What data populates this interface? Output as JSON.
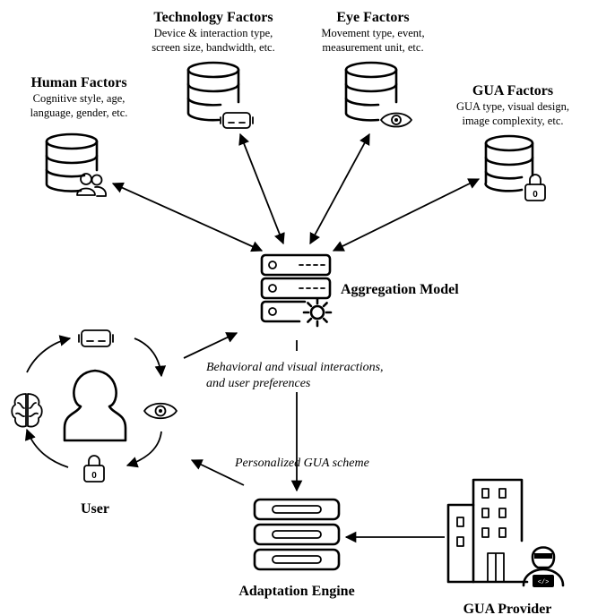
{
  "human_factors": {
    "title": "Human Factors",
    "line1": "Cognitive style, age,",
    "line2": "language, gender, etc.",
    "icon": "people-icon"
  },
  "technology_factors": {
    "title": "Technology Factors",
    "line1": "Device & interaction type,",
    "line2": "screen size, bandwidth, etc.",
    "icon": "vr-headset-icon"
  },
  "eye_factors": {
    "title": "Eye Factors",
    "line1": "Movement type, event,",
    "line2": "measurement unit, etc.",
    "icon": "eye-icon"
  },
  "gua_factors": {
    "title": "GUA Factors",
    "line1": "GUA type, visual design,",
    "line2": "image complexity, etc.",
    "icon": "lock-icon"
  },
  "aggregation_model": {
    "label": "Aggregation Model",
    "icon": "server-gear-icon"
  },
  "user": {
    "label": "User",
    "icon": "user-icon",
    "cycle_icons": [
      "vr-headset-icon",
      "eye-icon",
      "lock-icon",
      "brain-icon"
    ]
  },
  "adaptation_engine": {
    "label": "Adaptation Engine",
    "icon": "server-rack-icon"
  },
  "gua_provider": {
    "label": "GUA Provider",
    "icon": "building-developer-icon"
  },
  "edges": {
    "interactions_line1": "Behavioral and visual interactions,",
    "interactions_line2": "and user preferences",
    "scheme": "Personalized GUA scheme"
  }
}
